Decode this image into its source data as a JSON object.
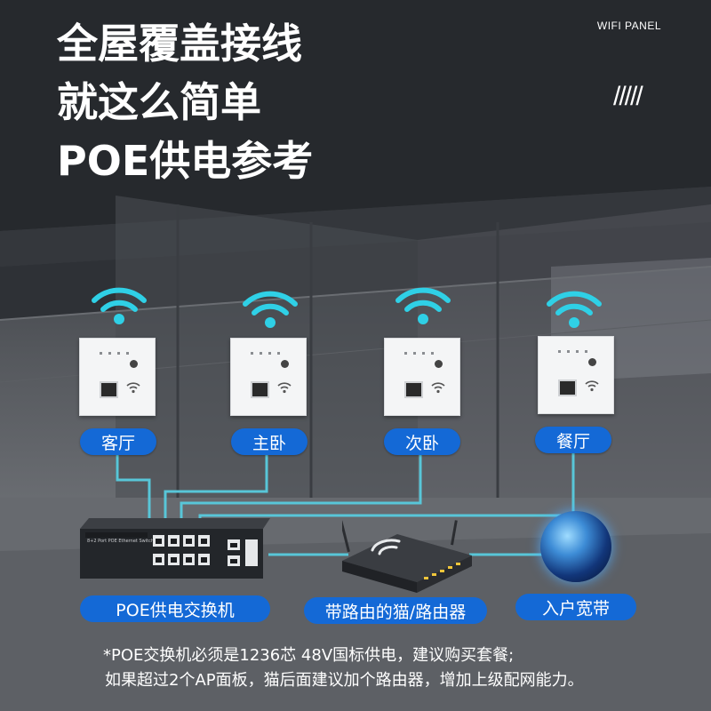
{
  "header": {
    "lines": [
      "全屋覆盖接线",
      "就这么简单",
      "POE供电参考"
    ],
    "brand": "WIFI PANEL",
    "slashes": "/////"
  },
  "rooms": [
    "客厅",
    "主卧",
    "次卧",
    "餐厅"
  ],
  "devices": {
    "switch_label": "POE供电交换机",
    "switch_text": "8+2 Port POE Ethernet Switch",
    "router_label": "带路由的猫/路由器",
    "broadband_label": "入户宽带"
  },
  "note": {
    "line1": "*POE交换机必须是1236芯 48V国标供电，建议购买套餐;",
    "line2": "如果超过2个AP面板，猫后面建议加个路由器，增加上级配网能力。"
  },
  "colors": {
    "accent": "#1469d6",
    "wifi": "#2fd0e6",
    "cable": "#58c6d8"
  }
}
